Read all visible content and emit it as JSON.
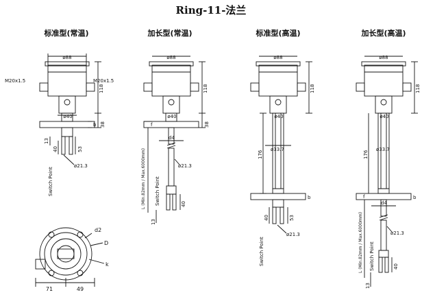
{
  "title": "Ring-11-法兰",
  "views": [
    {
      "heading": "标准型(常温)"
    },
    {
      "heading": "加长型(常温)"
    },
    {
      "heading": "标准型(高温)"
    },
    {
      "heading": "加长型(高温)"
    }
  ],
  "labels": {
    "d88": "ø88",
    "d40": "ø40",
    "d21": "ø21.3",
    "d33": "ø33.7",
    "m20": "M20x1.5",
    "h118": "118",
    "h38": "38",
    "h13": "13",
    "h40": "40",
    "h53": "53",
    "h176": "176",
    "b": "b",
    "f": "f",
    "d4": "d4",
    "switch": "Switch Point",
    "lmin": "L (Min.82mm / Max.6000mm)",
    "d2": "d2",
    "D": "D",
    "k": "k",
    "w71": "71",
    "w49": "49"
  }
}
